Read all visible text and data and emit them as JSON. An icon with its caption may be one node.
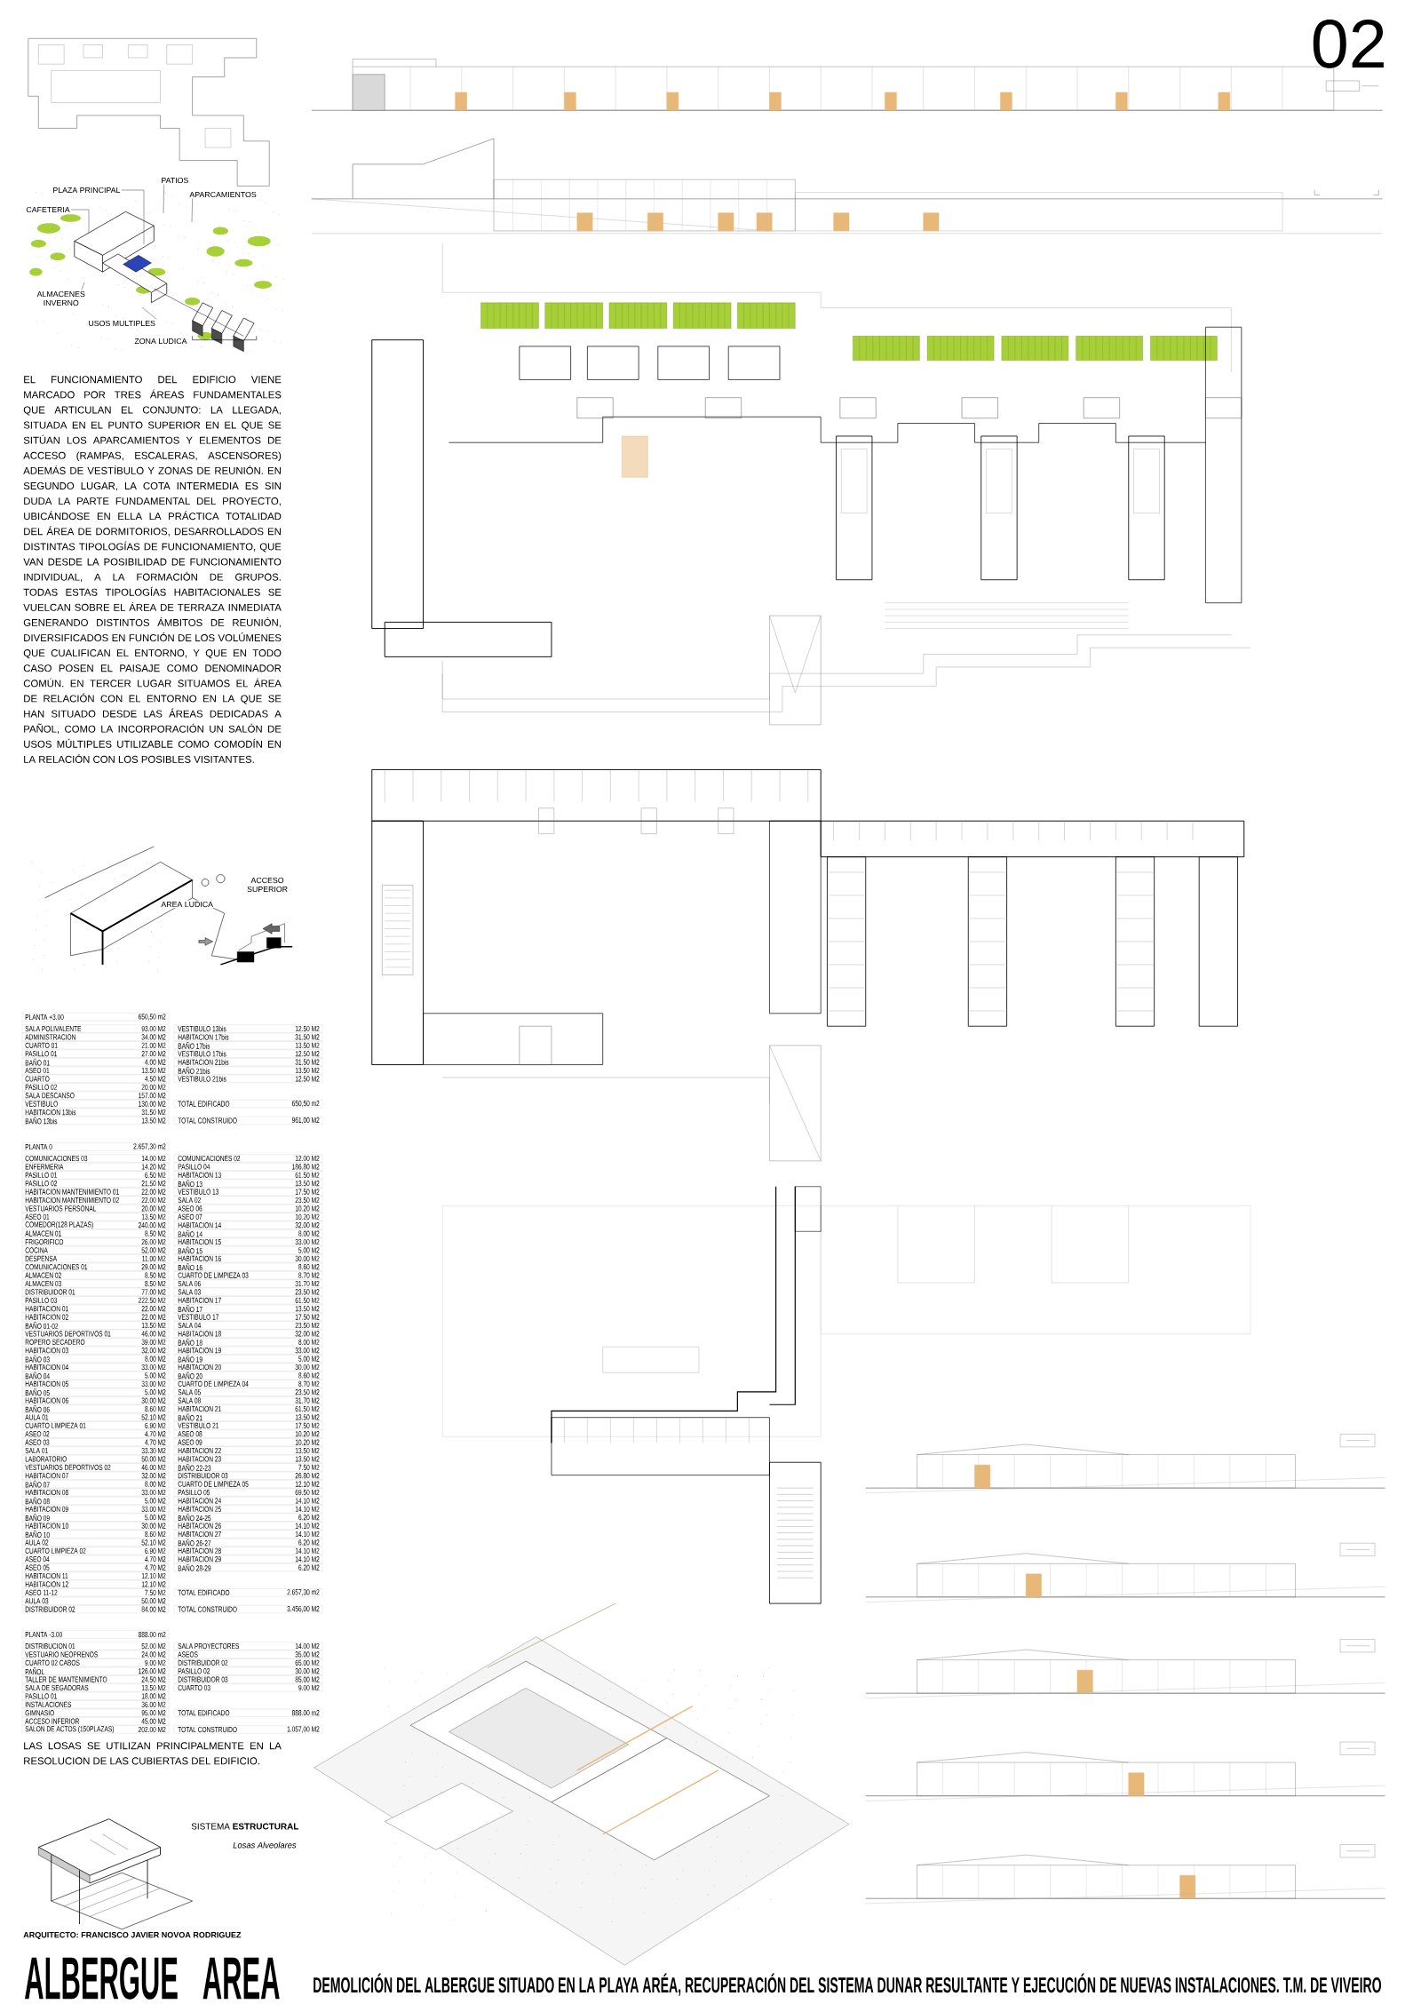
{
  "diagram": {
    "title": "ALBERGUE AREA",
    "caption": "DEMOLICIÓN DEL ALBERGUE SITUADO EN LA PLAYA ARÉA, RECUPERACIÓN DEL SISTEMA DUNAR RESULTANTE Y EJECUCIÓN DE NUEVAS INSTALACIONES. T.M. DE VIVEIRO",
    "nodes": [
      {
        "text": [
          "PLAZA PRINCIPAL"
        ]
      },
      {
        "text": [
          "PATIOS"
        ]
      },
      {
        "text": [
          "APARCAMIENTOS"
        ]
      },
      {
        "text": [
          "CAFETERIA"
        ]
      },
      {
        "text": [
          "ALMACENES INVERNO"
        ]
      },
      {
        "text": [
          "USOS MULTIPLES"
        ]
      }
    ],
    "edges": [
      {
        "from": 0,
        "to": null,
        "arrow": "none"
      },
      {
        "from": 1,
        "to": null,
        "arrow": "none"
      },
      {
        "from": 2,
        "to": null,
        "arrow": "none"
      },
      {
        "from": 3,
        "to": null,
        "arrow": "none"
      },
      {
        "from": 4,
        "to": null,
        "arrow": "none"
      },
      {
        "from": 5,
        "to": null,
        "arrow": "none"
      }
    ],
    "labels": [
      "02",
      "ZONA LUDICA",
      "EL FUNCIONAMIENTO DEL EDIFICIO VIENE MARCADO POR TRES ÁREAS FUNDAMENTALES QUE ARTICULAN EL CONJUNTO: LA LLEGADA, SITUADA EN EL PUNTO SUPERIOR EN EL QUE SE SITÚAN LOS APARCAMIENTOS Y ELEMENTOS DE ACCESO (RAMPAS, ESCALERAS, ASCENSORES) ADEMÁS DE VESTÍBULO Y ZONAS DE REUNIÓN. EN SEGUNDO LUGAR, LA COTA INTERMEDIA ES SIN DUDA LA PARTE FUNDAMENTAL DEL PROYECTO, UBICÁNDOSE EN ELLA LA PRÁCTICA TOTALIDAD DEL ÁREA DE DORMITORIOS, DESARROLLADOS EN DISTINTAS TIPOLOGÍAS DE FUNCIONAMIENTO, QUE VAN DESDE LA POSIBILIDAD DE FUNCIONAMIENTO INDIVIDUAL, A LA FORMACIÓN DE GRUPOS. TODAS ESTAS TIPOLOGÍAS HABITACIONALES SE VUELCAN SOBRE EL ÁREA DE TERRAZA INMEDIATA GENERANDO DISTINTOS ÁMBITOS DE REUNIÓN, DIVERSIFICADOS EN FUNCIÓN DE LOS VOLÚMENES QUE CUALIFICAN EL ENTORNO, Y QUE EN TODO CASO POSEN EL PAISAJE COMO DENOMINADOR COMÚN. EN TERCER LUGAR SITUAMOS EL ÁREA DE RELACIÓN CON EL ENTORNO EN LA QUE SE HAN SITUADO DESDE LAS ÁREAS DEDICADAS A PAÑOL, COMO LA INCORPORACIÓN UN SALÓN DE USOS MÚLTIPLES UTILIZABLE COMO COMODÍN EN LA RELACIÓN CON LOS POSIBLES VISITANTES.",
      "AREA LUDICA",
      "ACCESO SUPERIOR",
      "PLANTA +3.00",
      "650,50 m2",
      "SALA POLIVALENTE",
      "93.00 M2",
      "VESTIBULO 13bis",
      "12.50 M2",
      "ADMINISTRACION",
      "34.00 M2",
      "HABITACION 17bis",
      "31.50 M2",
      "CUARTO 01",
      "21.00 M2",
      "BAÑO 17bis",
      "13.50 M2",
      "PASILLO 01",
      "27.00 M2",
      "VESTIBULO 17bis",
      "12.50 M2",
      "BAÑO 01",
      "4.00 M2",
      "HABITACION 21bis",
      "31.50 M2",
      "ASEO 01",
      "13.50 M2",
      "BAÑO 21bis",
      "13.50 M2",
      "CUARTO",
      "4.50 M2",
      "VESTIBULO 21bis",
      "12.50 M2",
      "PASILLO 02",
      "20.00 M2",
      "SALA DESCANSO",
      "157.00 M2",
      "VESTIBULO",
      "130.00 M2",
      "TOTAL EDIFICADO",
      "650,50 m2",
      "HABITACION 13bis",
      "31.50 M2",
      "BAÑO 13bis",
      "13.50 M2",
      "TOTAL CONSTRUIDO",
      "961,00 M2",
      "PLANTA 0",
      "2.657,30 m2",
      "COMUNICACIONES 03",
      "14.00 M2",
      "COMUNICACIONES 02",
      "12.00 M2",
      "ENFERMERIA",
      "14.20 M2",
      "PASILLO 04",
      "186.80 M2",
      "PASILLO 01",
      "6.50 M2",
      "HABITACION 13",
      "61.50 M2",
      "PASILLO 02",
      "21.50 M2",
      "BAÑO 13",
      "13.50 M2",
      "HABITACION MANTENIMIENTO 01",
      "22.00 M2",
      "VESTIBULO 13",
      "17.50 M2",
      "HABITACION MANTENIMIENTO 02",
      "22.00 M2",
      "SALA 02",
      "23.50 M2",
      "VESTUARIOS PERSONAL",
      "20.00 M2",
      "ASEO 06",
      "10.20 M2",
      "ASEO 01",
      "13.50 M2",
      "ASEO 07",
      "10.20 M2",
      "COMEDOR(128 PLAZAS)",
      "240.00 M2",
      "HABITACION 14",
      "32.00 M2",
      "ALMACEN 01",
      "8.50 M2",
      "BAÑO 14",
      "8.00 M2",
      "FRIGORIFICO",
      "26.00 M2",
      "HABITACION 15",
      "33.00 M2",
      "COCINA",
      "52.00 M2",
      "BAÑO 15",
      "5.00 M2",
      "DESPENSA",
      "11.00 M2",
      "HABITACION 16",
      "30.00 M2",
      "COMUNICACIONES 01",
      "29.00 M2",
      "BAÑO 16",
      "8.60 M2",
      "ALMACEN 02",
      "8.50 M2",
      "CUARTO DE LIMPIEZA 03",
      "8.70 M2",
      "ALMACEN 03",
      "8.50 M2",
      "SALA 06",
      "31.70 M2",
      "DISTRIBUIDOR 01",
      "77.00 M2",
      "SALA 03",
      "23.50 M2",
      "PASILLO 03",
      "222.50 M2",
      "HABITACION 17",
      "61.50 M2",
      "HABITACION 01",
      "22.00 M2",
      "BAÑO 17",
      "13.50 M2",
      "HABITACION 02",
      "22.00 M2",
      "VESTIBULO 17",
      "17.50 M2",
      "BAÑO 01-02",
      "13.50 M2",
      "SALA 04",
      "23.50 M2",
      "VESTUARIOS DEPORTIVOS 01",
      "46.00 M2",
      "HABITACION 18",
      "32.00 M2",
      "ROPERO SECADERO",
      "39.00 M2",
      "BAÑO 18",
      "8.00 M2",
      "HABITACION 03",
      "32.00 M2",
      "HABITACION 19",
      "33.00 M2",
      "BAÑO 03",
      "8.00 M2",
      "BAÑO 19",
      "5.00 M2",
      "HABITACION 04",
      "33.00 M2",
      "HABITACION 20",
      "30.00 M2",
      "BAÑO 04",
      "5.00 M2",
      "BAÑO 20",
      "8.60 M2",
      "HABITACION 05",
      "33.00 M2",
      "CUARTO DE LIMPIEZA 04",
      "8.70 M2",
      "BAÑO 05",
      "5.00 M2",
      "SALA 05",
      "23.50 M2",
      "HABITACION 06",
      "30.00 M2",
      "SALA 08",
      "31.70 M2",
      "BAÑO 06",
      "8.60 M2",
      "HABITACION 21",
      "61.50 M2",
      "AULA 01",
      "52.10 M2",
      "BAÑO 21",
      "13.50 M2",
      "CUARTO LIMPIEZA 01",
      "6.90 M2",
      "VESTIBULO 21",
      "17.50 M2",
      "ASEO 02",
      "4.70 M2",
      "ASEO 08",
      "10.20 M2",
      "ASEO 03",
      "4.70 M2",
      "ASEO 09",
      "10.20 M2",
      "SALA 01",
      "33.30 M2",
      "HABITACION 22",
      "13.50 M2",
      "LABORATORIO",
      "50.00 M2",
      "HABITACION 23",
      "13.50 M2",
      "VESTUARIOS DEPORTIVOS 02",
      "46.00 M2",
      "BAÑO 22-23",
      "7.50 M2",
      "HABITACION 07",
      "32.00 M2",
      "DISTRIBUIDOR 03",
      "26.80 M2",
      "BAÑO 07",
      "8.00 M2",
      "CUARTO DE LIMPIEZA 05",
      "12.10 M2",
      "HABITACION 08",
      "33.00 M2",
      "PASILLO 05",
      "69.50 M2",
      "BAÑO 08",
      "5.00 M2",
      "HABITACION 24",
      "14.10 M2",
      "HABITACION 09",
      "33.00 M2",
      "HABITACION 25",
      "14.10 M2",
      "BAÑO 09",
      "5.00 M2",
      "BAÑO 24-25",
      "6.20 M2",
      "HABITACION 10",
      "30.00 M2",
      "HABITACION 26",
      "14.10 M2",
      "BAÑO 10",
      "8.60 M2",
      "HABITACION 27",
      "14.10 M2",
      "AULA 02",
      "52.10 M2",
      "BAÑO 26-27",
      "6.20 M2",
      "CUARTO LIMPIEZA 02",
      "6.90 M2",
      "HABITACION 28",
      "14.10 M2",
      "ASEO 04",
      "4.70 M2",
      "HABITACION 29",
      "14.10 M2",
      "ASEO 05",
      "4.70 M2",
      "BAÑO 28-29",
      "6.20 M2",
      "HABITACION 11",
      "12.10 M2",
      "HABITACION 12",
      "12.10 M2",
      "ASEO 11-12",
      "7.50 M2",
      "TOTAL EDIFICADO",
      "2.657,30 m2",
      "AULA 03",
      "50.00 M2",
      "DISTRIBUIDOR 02",
      "84.00 M2",
      "TOTAL CONSTRUIDO",
      "3.456,00 M2",
      "PLANTA -3.00",
      "888.00 m2",
      "DISTRIBUCION 01",
      "52.00 M2",
      "SALA PROYECTORES",
      "14.00 M2",
      "VESTUARIO NEOPRENOS",
      "24.00 M2",
      "ASEOS",
      "35.00 M2",
      "CUARTO 02 CABOS",
      "9.00 M2",
      "DISTRIBUIDOR 02",
      "65.00 M2",
      "PAÑOL",
      "126.00 M2",
      "PASILLO 02",
      "30.00 M2",
      "TALLER DE MANTENIMIENTO",
      "24.50 M2",
      "DISTRIBUIDOR 03",
      "85.00 M2",
      "SALA DE SEGADORAS",
      "13.50 M2",
      "CUARTO 03",
      "9.00 M2",
      "PASILLO 01",
      "18.00 M2",
      "INSTALACIONES",
      "36.00 M2",
      "GIMNASIO",
      "95.00 M2",
      "TOTAL EDIFICADO",
      "888.00 m2",
      "ACCESO INFERIOR",
      "45.00 M2",
      "SALON DE ACTOS (150PLAZAS)",
      "202.00 M2",
      "TOTAL CONSTRUIDO",
      "1.057,00 M2",
      "LAS LOSAS SE UTILIZAN PRINCIPALMENTE EN LA RESOLUCION DE LAS CUBIERTAS DEL EDIFICIO.",
      "SISTEMA **ESTRUCTURAL**",
      "Losas Alveolares",
      "ARQUITECTO: FRANCISCO JAVIER NOVOA RODRIGUEZ"
    ]
  }
}
